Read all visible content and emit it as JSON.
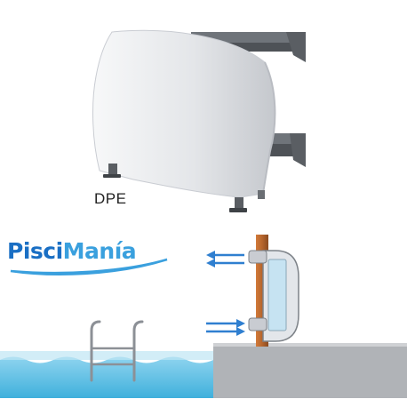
{
  "product": {
    "label": "DPE"
  },
  "brand": {
    "name_part1": "Pisci",
    "name_part2": "Manía"
  },
  "colors": {
    "housing": "#e9ebee",
    "housing_shade": "#c9ccd2",
    "rail": "#6f747a",
    "brand_primary": "#1a6fc4",
    "brand_secondary": "#3aa0de",
    "water": "#5fc3e6",
    "wall": "#b0b3b7",
    "pipe": "#b5652c",
    "airflow": "#2f7fd0"
  },
  "icons": {
    "airflow_out": "arrow-left-icon",
    "airflow_in": "arrow-right-icon",
    "ladder": "pool-ladder-icon"
  }
}
